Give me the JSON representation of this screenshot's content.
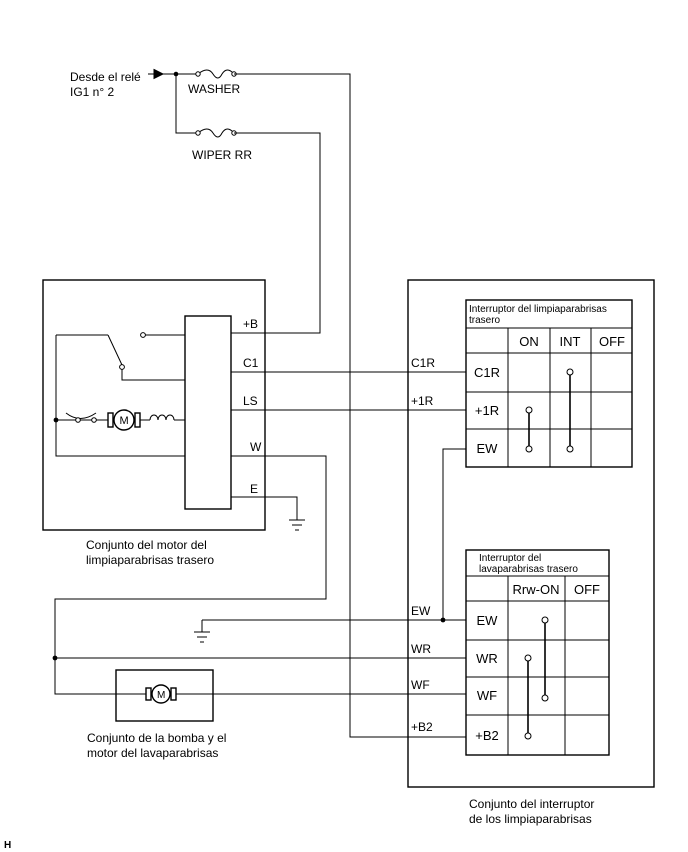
{
  "source": {
    "line1": "Desde el relé",
    "line2": "IG1 n° 2"
  },
  "fuses": {
    "washer": "WASHER",
    "wiper_rr": "WIPER RR"
  },
  "motor_assembly": {
    "pins": {
      "b": "+B",
      "c1": "C1",
      "ls": "LS",
      "w": "W",
      "e": "E"
    },
    "caption_line1": "Conjunto del motor del",
    "caption_line2": "limpiaparabrisas trasero",
    "motor_symbol": "M"
  },
  "pump_assembly": {
    "caption_line1": "Conjunto de la bomba y el",
    "caption_line2": "motor del lavaparabrisas",
    "motor_symbol": "M"
  },
  "switch_assembly": {
    "wire_labels": {
      "c1r": "C1R",
      "p1r": "+1R",
      "ew": "EW",
      "wr": "WR",
      "wf": "WF",
      "b2": "+B2"
    },
    "caption_line1": "Conjunto del interruptor",
    "caption_line2": "de los limpiaparabrisas",
    "rear_wiper_switch": {
      "title_line1": "Interruptor del limpiaparabrisas",
      "title_line2": "trasero",
      "columns": [
        "ON",
        "INT",
        "OFF"
      ],
      "rows": [
        "C1R",
        "+1R",
        "EW"
      ]
    },
    "rear_washer_switch": {
      "title_line1": "Interruptor del",
      "title_line2": "lavaparabrisas trasero",
      "columns": [
        "Rrw-ON",
        "OFF"
      ],
      "rows": [
        "EW",
        "WR",
        "WF",
        "+B2"
      ]
    }
  },
  "footer_mark": "H"
}
